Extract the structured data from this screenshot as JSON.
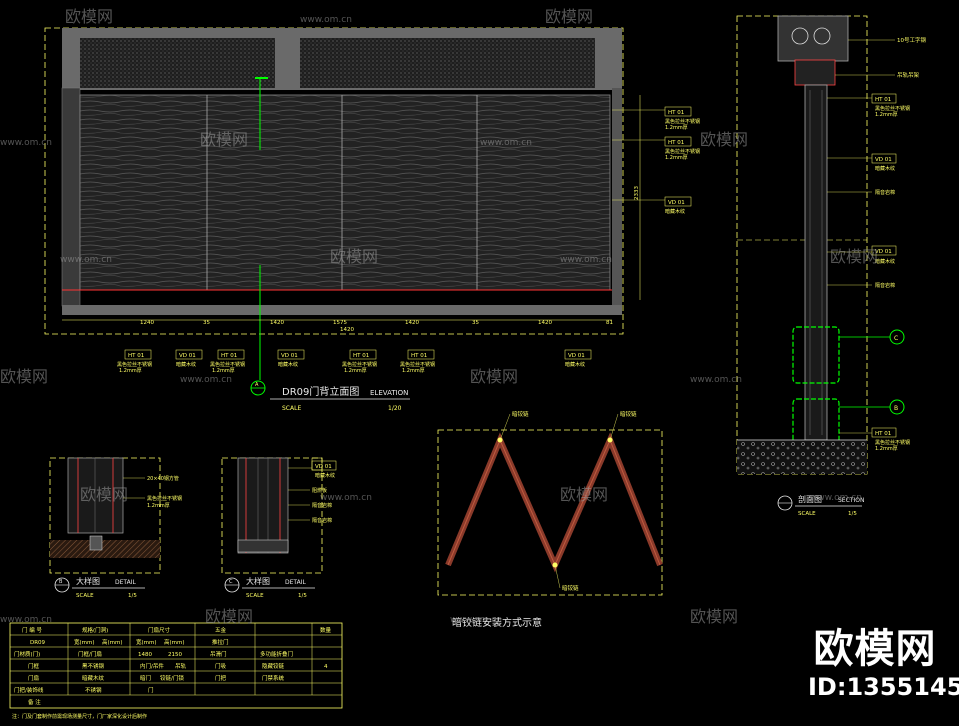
{
  "elevation": {
    "title": "DR09门背立面图",
    "title_en": "ELEVATION",
    "scale_label": "SCALE",
    "scale_value": "1/20",
    "marker": "A",
    "dims": [
      "1240",
      "35",
      "1420",
      "1575",
      "1420",
      "35",
      "1420",
      "81",
      "1420"
    ],
    "side_dim": "2333",
    "bottom_tags": [
      {
        "code": "HT 01",
        "note1": "黑色拉丝不锈钢",
        "note2": "1.2mm厚"
      },
      {
        "code": "VD 01",
        "note1": "暗藏木纹",
        "note2": ""
      },
      {
        "code": "HT 01",
        "note1": "黑色拉丝不锈钢",
        "note2": "1.2mm厚"
      },
      {
        "code": "VD 01",
        "note1": "暗藏木纹",
        "note2": ""
      },
      {
        "code": "HT 01",
        "note1": "黑色拉丝不锈钢",
        "note2": "1.2mm厚"
      },
      {
        "code": "HT 01",
        "note1": "黑色拉丝不锈钢",
        "note2": "1.2mm厚"
      },
      {
        "code": "VD 01",
        "note1": "暗藏木纹",
        "note2": ""
      }
    ],
    "right_tags": [
      {
        "code": "HT 01",
        "note1": "黑色拉丝不锈钢",
        "note2": "1.2mm厚"
      },
      {
        "code": "HT 01",
        "note1": "黑色拉丝不锈钢",
        "note2": "1.2mm厚"
      },
      {
        "code": "VD 01",
        "note1": "暗藏木纹",
        "note2": ""
      }
    ]
  },
  "section": {
    "title": "剖面图",
    "title_en": "SECTION",
    "scale_label": "SCALE",
    "scale_value": "1/5",
    "tags": [
      {
        "code": "",
        "note1": "10号工字钢"
      },
      {
        "code": "",
        "note1": "吊轨吊架"
      },
      {
        "code": "HT 01",
        "note1": "黑色拉丝不锈钢",
        "note2": "1.2mm厚"
      },
      {
        "code": "VD 01",
        "note1": "暗藏木纹"
      },
      {
        "code": "",
        "note1": "隔音岩棉"
      },
      {
        "code": "VD 01",
        "note1": "暗藏木纹"
      },
      {
        "code": "",
        "note1": "隔音岩棉"
      },
      {
        "code": "HT 01",
        "note1": "黑色拉丝不锈钢",
        "note2": "1.2mm厚"
      }
    ],
    "callouts": [
      "C",
      "B"
    ]
  },
  "detail1": {
    "title": "大样图",
    "title_en": "DETAIL",
    "scale_label": "SCALE",
    "scale_value": "1/5",
    "marker": "B",
    "tags": [
      "20×40钢方管",
      "黑色拉丝不锈钢",
      "1.2mm厚"
    ]
  },
  "detail2": {
    "title": "大样图",
    "title_en": "DETAIL",
    "scale_label": "SCALE",
    "scale_value": "1/5",
    "marker": "C",
    "tags": [
      "VD 01",
      "暗藏木纹",
      "阻燃板",
      "隔音岩棉",
      "隔音岩棉"
    ]
  },
  "hinge": {
    "caption": "暗铰链安装方式示意",
    "labels": [
      "暗铰链",
      "暗铰链",
      "暗铰链"
    ]
  },
  "schedule": {
    "header": [
      "门 编 号",
      "规格(门洞)",
      "门扇尺寸",
      "五金",
      "数量"
    ],
    "rows": [
      [
        "DR09",
        "宽(mm)",
        "高(mm)",
        "宽(mm)",
        "高(mm)",
        "推拉门",
        "4"
      ],
      [
        "门材质(门)",
        "门框/门扇",
        "1480",
        "2150",
        "吊滑门",
        "多功能折叠门"
      ],
      [
        "门框",
        "黑不锈钢",
        "内门/吊件",
        "吊轨",
        "门吸",
        "隐藏铰链"
      ],
      [
        "门扇",
        "暗藏木纹",
        "暗门",
        "铰链/门锁",
        "门把",
        "门禁系统"
      ],
      [
        "门把/装饰线",
        "不锈钢",
        "门",
        "",
        "",
        ""
      ],
      [
        "备 注",
        "",
        "",
        "",
        "",
        ""
      ]
    ],
    "footnote": "注：门及门套制作前需现场测量尺寸，门厂家深化设计后制作"
  },
  "watermark": {
    "brand": "欧模网",
    "url": "www.om.cn"
  },
  "logo": {
    "brand": "欧模网",
    "id": "ID:1355145"
  }
}
